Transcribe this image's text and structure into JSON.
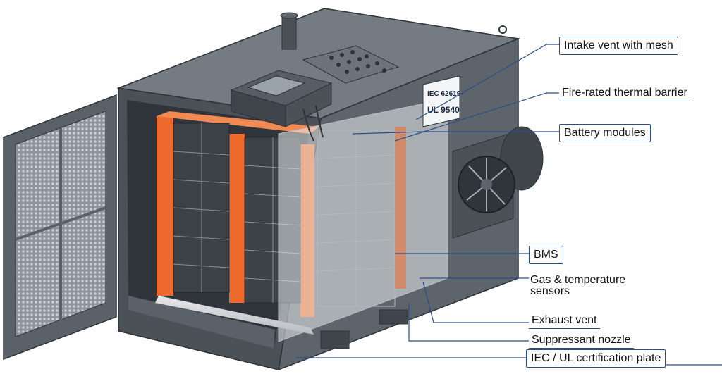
{
  "labels": {
    "intake_vent": "Intake vent with mesh",
    "thermal_barrier": "Fire-rated thermal barrier",
    "battery_modules": "Battery modules",
    "bms": "BMS",
    "gas_sensors_line1": "Gas & temperature",
    "gas_sensors_line2": "sensors",
    "exhaust_vent": "Exhaust vent",
    "suppressant_nozzle": "Suppressant nozzle",
    "certification_plate": "IEC / UL certification plate"
  },
  "plate": {
    "line1": "IEC 62619",
    "line2": "UL 9540"
  },
  "colors": {
    "cabinet": "#5d646c",
    "cabinet_dark": "#3f454b",
    "cabinet_light": "#747b83",
    "barrier": "#ee6a2c",
    "module": "#3b4147",
    "leader": "#2b4f86"
  }
}
